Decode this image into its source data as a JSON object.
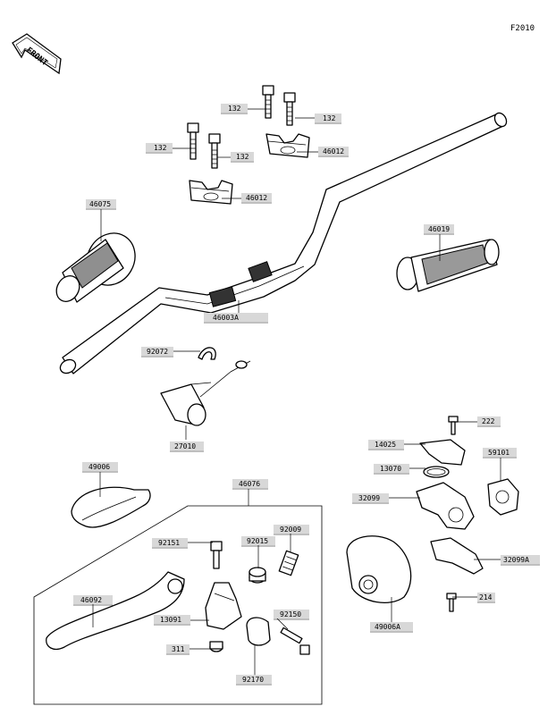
{
  "figure_code": "F2010",
  "front_marker": "FRONT",
  "callouts": [
    {
      "id": "c-132a",
      "text": "132"
    },
    {
      "id": "c-132b",
      "text": "132"
    },
    {
      "id": "c-132c",
      "text": "132"
    },
    {
      "id": "c-132d",
      "text": "132"
    },
    {
      "id": "c-46012a",
      "text": "46012"
    },
    {
      "id": "c-46012b",
      "text": "46012"
    },
    {
      "id": "c-46075",
      "text": "46075"
    },
    {
      "id": "c-46019",
      "text": "46019"
    },
    {
      "id": "c-46003a",
      "text": "46003A"
    },
    {
      "id": "c-92072",
      "text": "92072"
    },
    {
      "id": "c-27010",
      "text": "27010"
    },
    {
      "id": "c-222",
      "text": "222"
    },
    {
      "id": "c-14025",
      "text": "14025"
    },
    {
      "id": "c-59101",
      "text": "59101"
    },
    {
      "id": "c-13070",
      "text": "13070"
    },
    {
      "id": "c-32099",
      "text": "32099"
    },
    {
      "id": "c-49006",
      "text": "49006"
    },
    {
      "id": "c-46076",
      "text": "46076"
    },
    {
      "id": "c-92151",
      "text": "92151"
    },
    {
      "id": "c-92015",
      "text": "92015"
    },
    {
      "id": "c-92009",
      "text": "92009"
    },
    {
      "id": "c-32099a",
      "text": "32099A"
    },
    {
      "id": "c-214",
      "text": "214"
    },
    {
      "id": "c-46092",
      "text": "46092"
    },
    {
      "id": "c-13091",
      "text": "13091"
    },
    {
      "id": "c-92150",
      "text": "92150"
    },
    {
      "id": "c-49006a",
      "text": "49006A"
    },
    {
      "id": "c-311",
      "text": "311"
    },
    {
      "id": "c-92170",
      "text": "92170"
    }
  ]
}
